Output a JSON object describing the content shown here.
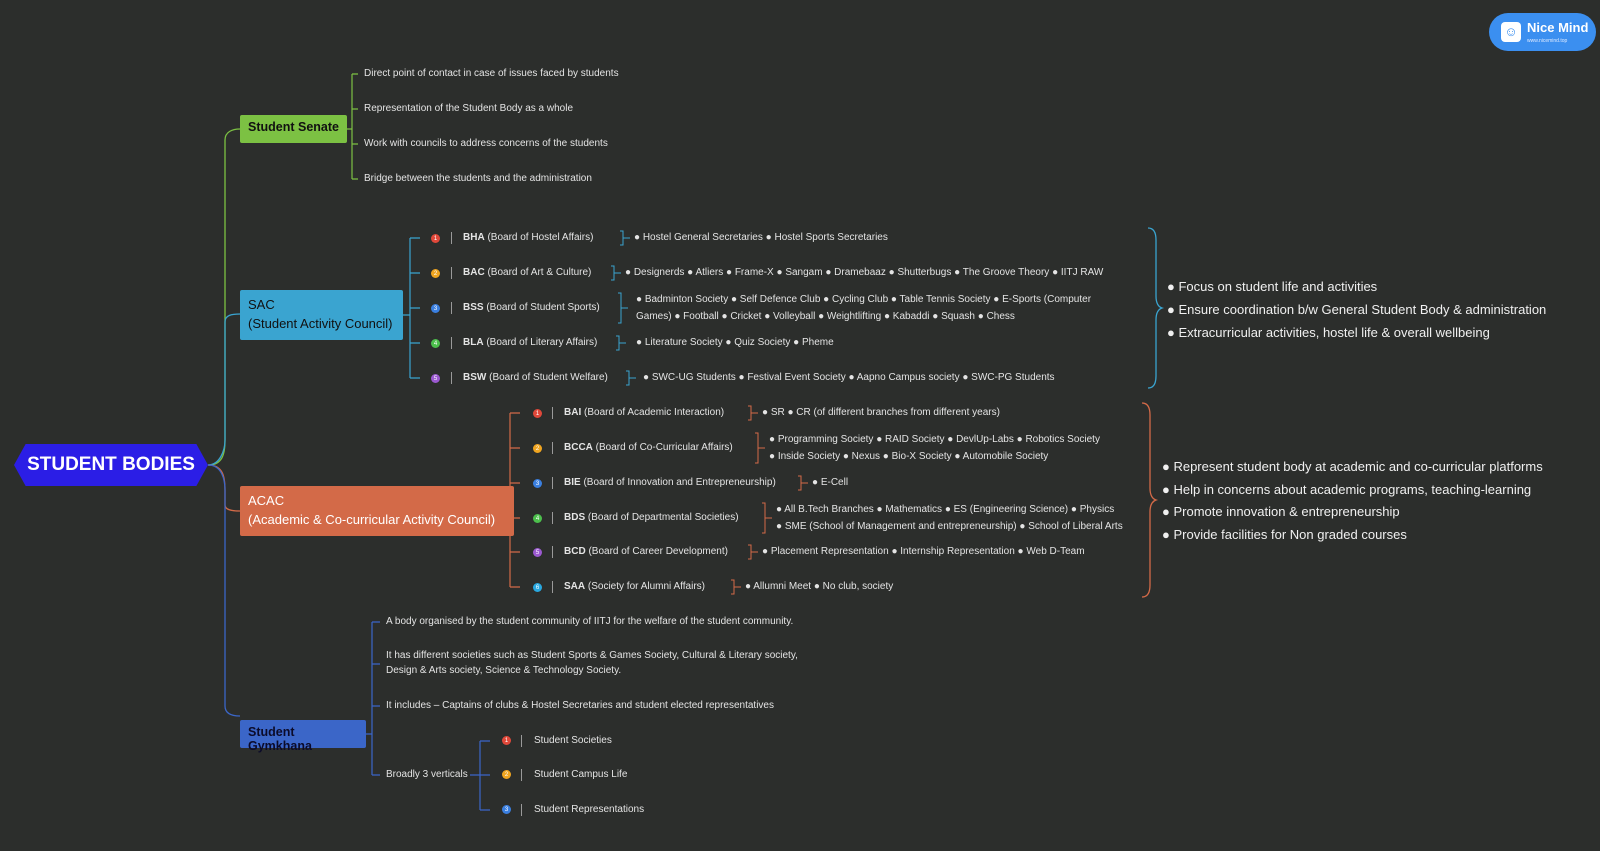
{
  "root": {
    "label": "STUDENT BODIES"
  },
  "logo": {
    "name": "Nice Mind",
    "url": "www.nicemind.top"
  },
  "senate": {
    "label": "Student Senate",
    "items": [
      "Direct point of contact in case of issues faced by students",
      "Representation of the Student Body as a whole",
      "Work with councils to address concerns of the students",
      "Bridge between the students and the administration"
    ]
  },
  "sac": {
    "line1": "SAC",
    "line2": "(Student Activity Council)",
    "boards": [
      {
        "num": "1",
        "color": "#e0483a",
        "code": "BHA",
        "name": " (Board of Hostel Affairs)",
        "items": "● Hostel General Secretaries   ● Hostel Sports Secretaries"
      },
      {
        "num": "2",
        "color": "#f0a520",
        "code": "BAC",
        "name": " (Board of Art & Culture)",
        "items": "● Designerds   ● Atliers   ● Frame-X   ● Sangam   ● Dramebaaz   ● Shutterbugs   ● The Groove Theory   ● IITJ RAW"
      },
      {
        "num": "3",
        "color": "#3a7fe0",
        "code": "BSS",
        "name": " (Board of Student Sports)",
        "items": "● Badminton Society   ● Self Defence Club   ● Cycling Club   ● Table Tennis Society   ● E-Sports (Computer",
        "items2": "Games)   ● Football   ● Cricket   ● Volleyball   ● Weightlifting   ● Kabaddi   ● Squash   ● Chess"
      },
      {
        "num": "4",
        "color": "#4cbf4c",
        "code": "BLA",
        "name": " (Board of Literary Affairs)",
        "items": "● Literature Society   ● Quiz Society   ● Pheme"
      },
      {
        "num": "5",
        "color": "#9b59d0",
        "code": "BSW",
        "name": " (Board of Student Welfare)",
        "items": "● SWC-UG Students   ● Festival Event Society   ● Aapno Campus society   ● SWC-PG Students"
      }
    ],
    "summary": [
      "● Focus on student life and activities",
      "● Ensure coordination b/w General Student Body & administration",
      "● Extracurricular activities, hostel life & overall wellbeing"
    ]
  },
  "acac": {
    "line1": "ACAC",
    "line2": "(Academic & Co-curricular Activity Council)",
    "boards": [
      {
        "num": "1",
        "color": "#e0483a",
        "code": "BAI",
        "name": " (Board of Academic Interaction)",
        "items": "● SR   ● CR (of different branches from different years)"
      },
      {
        "num": "2",
        "color": "#f0a520",
        "code": "BCCA",
        "name": " (Board of Co-Curricular Affairs)",
        "items": "● Programming Society   ● RAID Society   ● DevlUp-Labs   ● Robotics Society",
        "items2": "● Inside Society   ● Nexus   ● Bio-X Society   ● Automobile Society"
      },
      {
        "num": "3",
        "color": "#3a7fe0",
        "code": "BIE",
        "name": " (Board of Innovation and Entrepreneurship)",
        "items": "● E-Cell"
      },
      {
        "num": "4",
        "color": "#4cbf4c",
        "code": "BDS",
        "name": " (Board of Departmental Societies)",
        "items": "● All B.Tech Branches   ● Mathematics   ● ES (Engineering Science)   ● Physics",
        "items2": "● SME (School of Management and entrepreneurship)   ● School of Liberal Arts"
      },
      {
        "num": "5",
        "color": "#9b59d0",
        "code": "BCD",
        "name": " (Board of Career Development)",
        "items": "● Placement Representation   ● Internship Representation   ● Web D-Team"
      },
      {
        "num": "6",
        "color": "#29a8e0",
        "code": "SAA",
        "name": " (Society for Alumni Affairs)",
        "items": "● Allumni Meet   ● No club, society"
      }
    ],
    "summary": [
      "● Represent student body at academic and co-curricular platforms",
      "● Help in concerns about academic programs, teaching-learning",
      "● Promote innovation & entrepreneurship",
      "● Provide facilities for Non graded courses"
    ]
  },
  "gym": {
    "label": "Student Gymkhana",
    "items": [
      "A body organised by the student community of IITJ for the welfare of the student community.",
      "It has different societies such as Student Sports & Games Society, Cultural & Literary society,",
      "Design & Arts society, Science & Technology Society.",
      "It includes – Captains of clubs & Hostel Secretaries and student elected representatives",
      "Broadly 3 verticals"
    ],
    "verticals": [
      {
        "num": "1",
        "color": "#e0483a",
        "label": "Student Societies"
      },
      {
        "num": "2",
        "color": "#f0a520",
        "label": "Student Campus Life"
      },
      {
        "num": "3",
        "color": "#3a7fe0",
        "label": "Student Representations"
      }
    ]
  },
  "colors": {
    "senate": "#7cc143",
    "sac": "#3aa4d0",
    "acac": "#d36a48",
    "gym": "#3b66c8",
    "root": "#2b1ee6"
  }
}
